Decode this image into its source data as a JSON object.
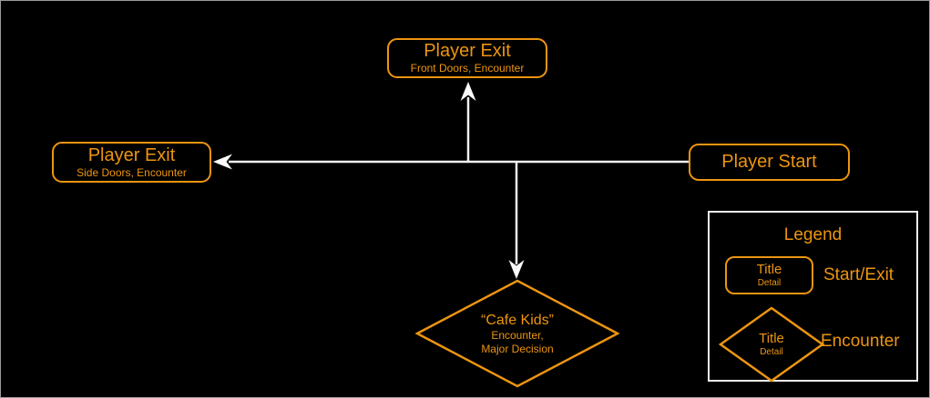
{
  "colors": {
    "background": "#000000",
    "accent_orange": "#ED9510",
    "connector_white": "#F0F0F0",
    "frame_gray": "#9A9A9A"
  },
  "nodes": {
    "player_exit_front": {
      "title": "Player Exit",
      "detail": "Front Doors, Encounter"
    },
    "player_exit_side": {
      "title": "Player Exit",
      "detail": "Side Doors, Encounter"
    },
    "player_start": {
      "title": "Player Start"
    },
    "cafe_kids": {
      "title": "“Cafe Kids”",
      "detail_line1": "Encounter,",
      "detail_line2": "Major Decision"
    }
  },
  "legend": {
    "title": "Legend",
    "start_exit": {
      "shape_title": "Title",
      "shape_detail": "Detail",
      "label": "Start/Exit"
    },
    "encounter": {
      "shape_title": "Title",
      "shape_detail": "Detail",
      "label": "Encounter"
    }
  }
}
